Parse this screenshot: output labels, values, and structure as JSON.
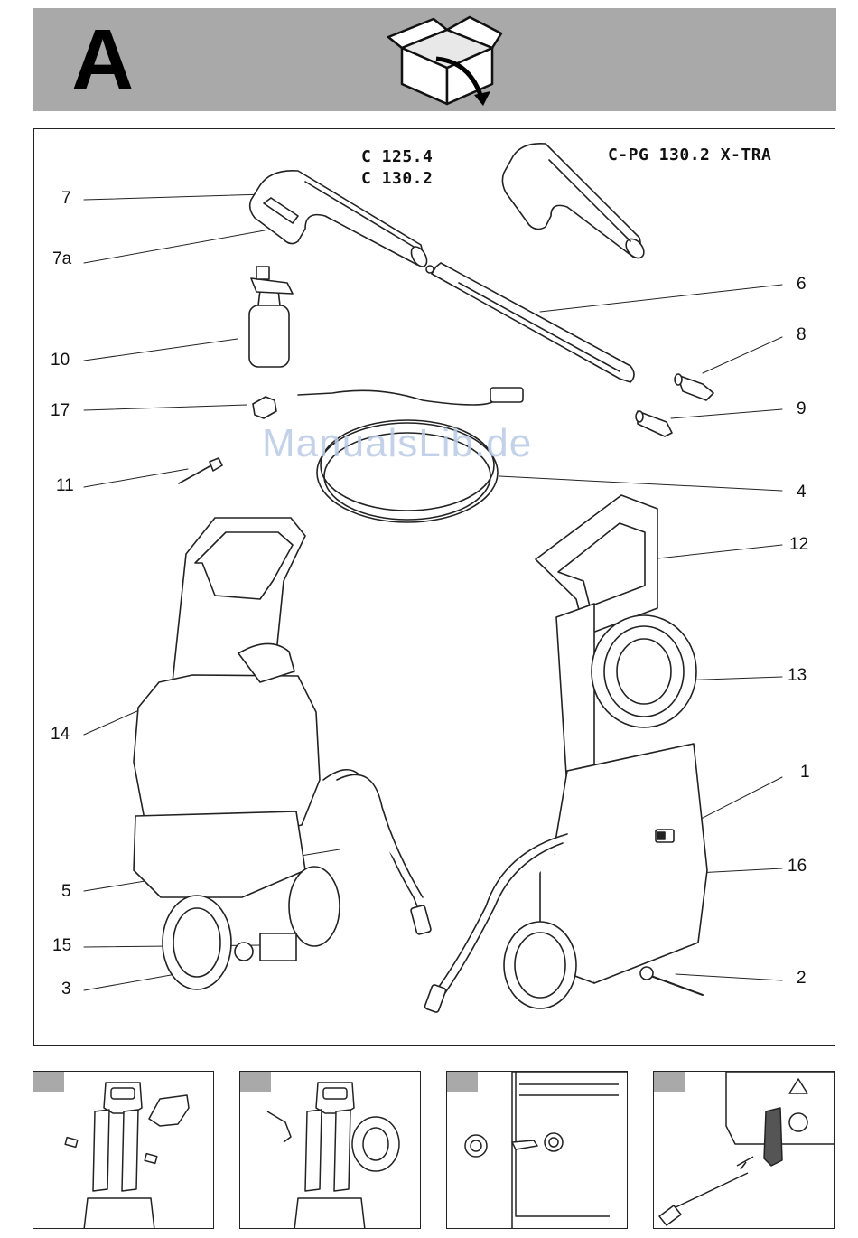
{
  "header": {
    "section_letter": "A",
    "icon": "unpack-box-icon"
  },
  "models": {
    "group_1_line_1": "C 125.4",
    "group_1_line_2": "C 130.2",
    "group_2": "C-PG 130.2 X-TRA"
  },
  "callouts": {
    "c7": "7",
    "c7a": "7a",
    "c10": "10",
    "c17": "17",
    "c11": "11",
    "c6": "6",
    "c8": "8",
    "c9": "9",
    "c4": "4",
    "c12": "12",
    "c13": "13",
    "c14": "14",
    "c1": "1",
    "c16": "16",
    "c5": "5",
    "c15": "15",
    "c3": "3",
    "c2": "2"
  },
  "watermark": "ManualsLib.de",
  "steps": [
    {
      "icon": "handle-assembly-icon"
    },
    {
      "icon": "hose-reel-assembly-icon"
    },
    {
      "icon": "water-inlet-connection-icon"
    },
    {
      "icon": "nozzle-cleaning-icon"
    }
  ]
}
